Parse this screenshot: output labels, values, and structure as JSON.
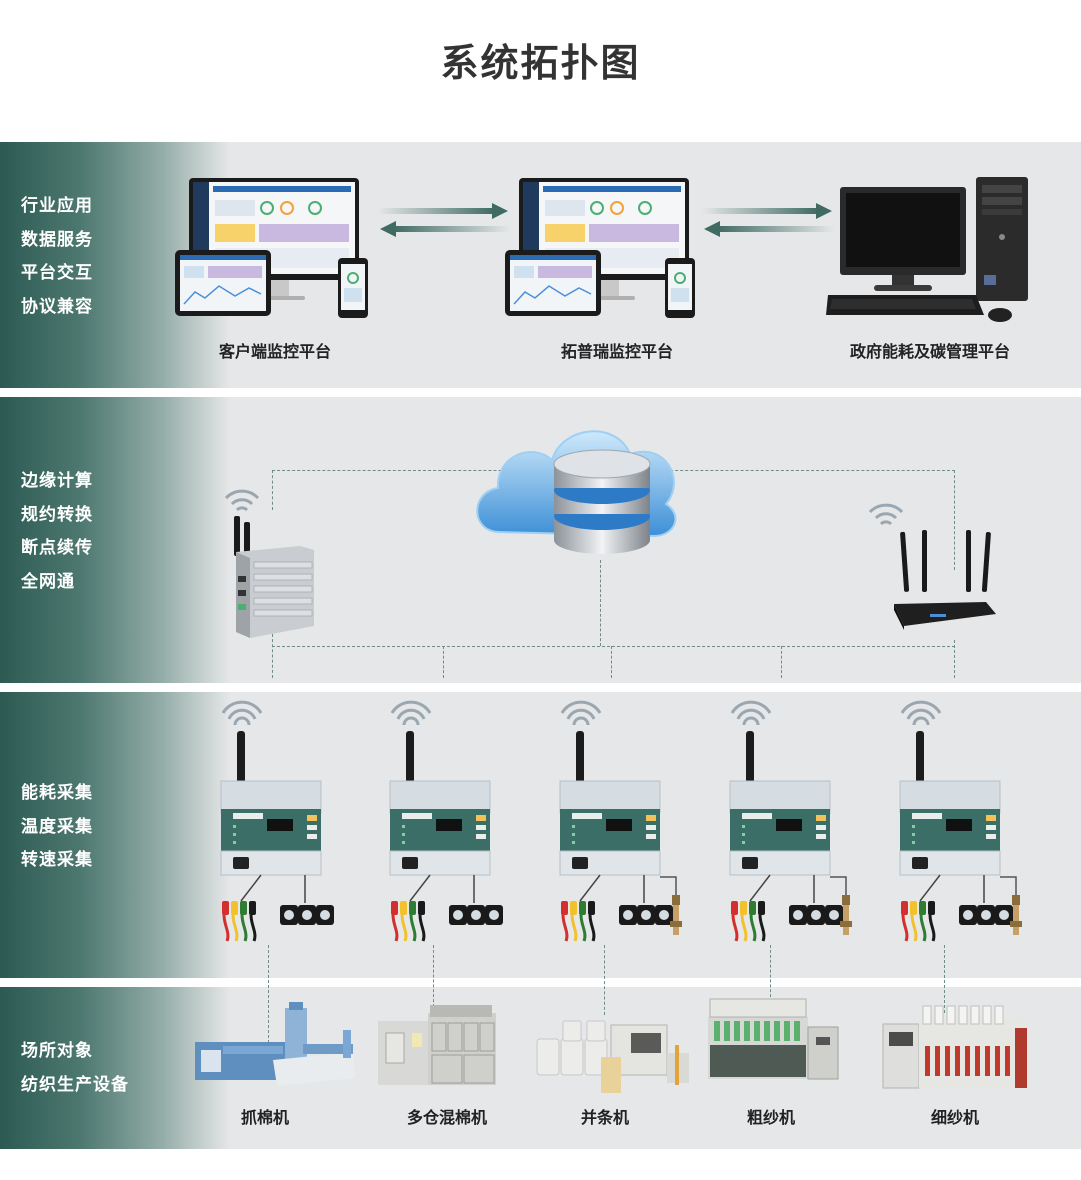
{
  "title": "系统拓扑图",
  "layers": [
    {
      "labels": [
        "行业应用",
        "数据服务",
        "平台交互",
        "协议兼容"
      ]
    },
    {
      "labels": [
        "边缘计算",
        "规约转换",
        "断点续传",
        "全网通"
      ]
    },
    {
      "labels": [
        "能耗采集",
        "温度采集",
        "转速采集"
      ]
    },
    {
      "labels": [
        "场所对象",
        "纺织生产设备"
      ]
    }
  ],
  "platforms": [
    "客户端监控平台",
    "拓普瑞监控平台",
    "政府能耗及碳管理平台"
  ],
  "machines": [
    "抓棉机",
    "多仓混棉机",
    "并条机",
    "粗纱机",
    "细纱机"
  ],
  "colors": {
    "accent": "#2c5a52",
    "band": "#e6e7e8",
    "arrow": "#3f6b63"
  }
}
